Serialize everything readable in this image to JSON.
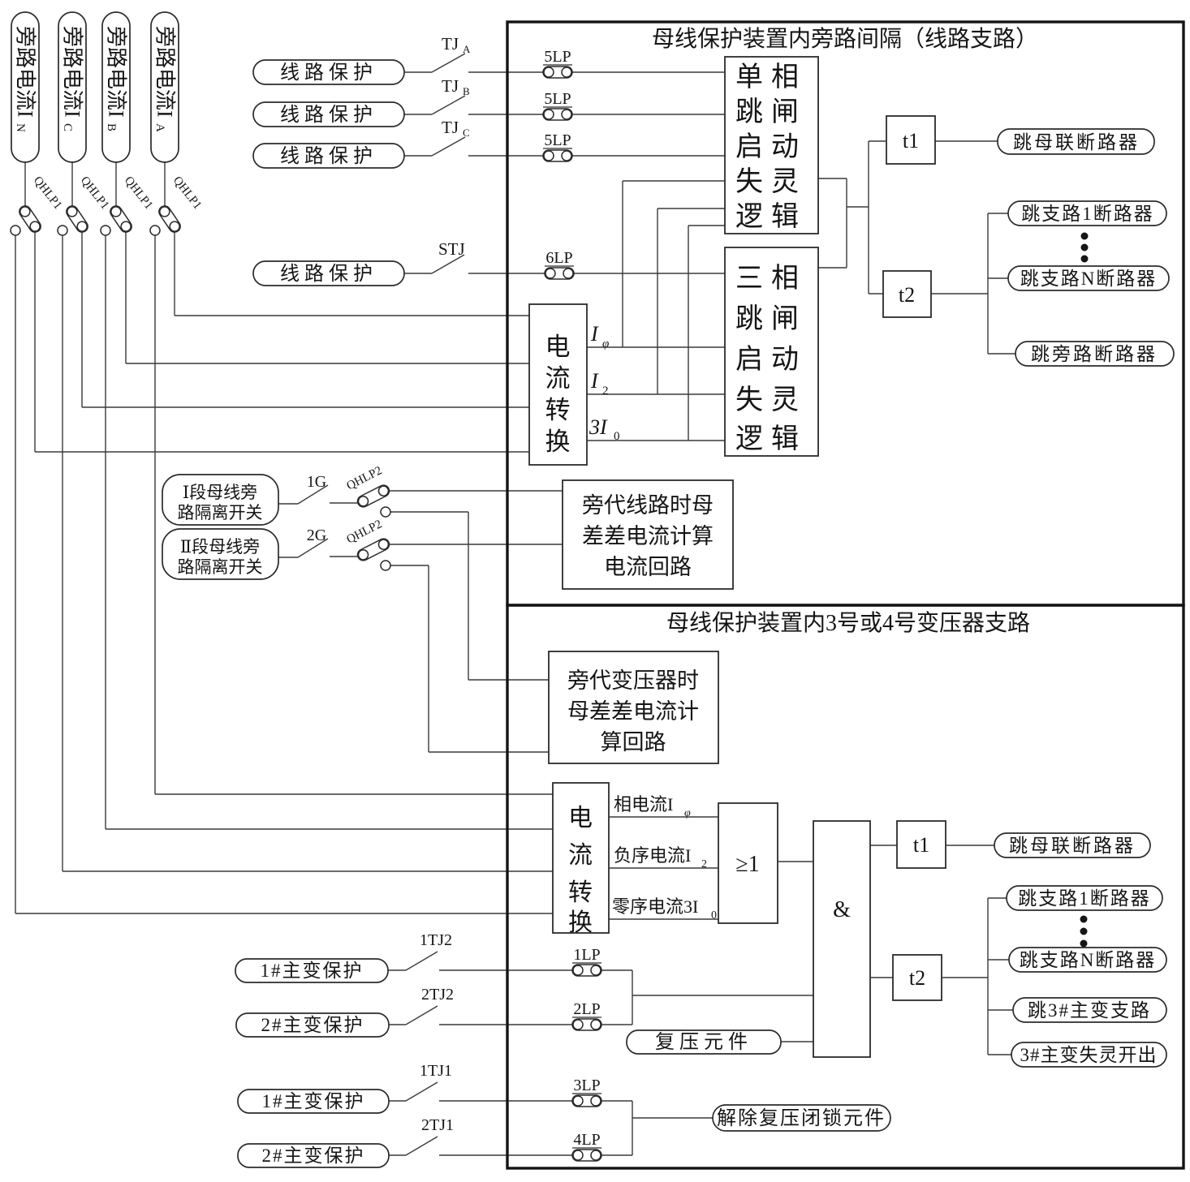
{
  "colors": {
    "ink": "#151515",
    "background": "#ffffff"
  },
  "left_rail": {
    "qhlp1": "QHLP1",
    "sources": [
      {
        "label": "旁路电流I",
        "sub": "N"
      },
      {
        "label": "旁路电流I",
        "sub": "C"
      },
      {
        "label": "旁路电流I",
        "sub": "B"
      },
      {
        "label": "旁路电流I",
        "sub": "A"
      }
    ]
  },
  "box1": {
    "title": "母线保护装置内旁路间隔（线路支路）",
    "line_protections": [
      {
        "label": "线路保护",
        "contact": "TJ",
        "contact_sub": "A"
      },
      {
        "label": "线路保护",
        "contact": "TJ",
        "contact_sub": "B"
      },
      {
        "label": "线路保护",
        "contact": "TJ",
        "contact_sub": "C"
      },
      {
        "label": "线路保护",
        "contact": "STJ",
        "contact_sub": ""
      }
    ],
    "links": {
      "l5": "5LP",
      "l6": "6LP"
    },
    "sp_rows": [
      "单相",
      "跳闸",
      "启动",
      "失灵",
      "逻辑"
    ],
    "tp_rows": [
      "三相",
      "跳闸",
      "启动",
      "失灵",
      "逻辑"
    ],
    "conv_rows": [
      "电",
      "流",
      "转",
      "换"
    ],
    "signals": {
      "iphi_main": "I",
      "iphi_sub": "φ",
      "i2_main": "I",
      "i2_sub": "2",
      "i0_main": "3I",
      "i0_sub": "0"
    },
    "t1": "t1",
    "t2": "t2",
    "outputs": {
      "bus_tie": "跳母联断路器",
      "br1": "跳支路1断路器",
      "brN": "跳支路N断路器",
      "bypass": "跳旁路断路器"
    },
    "bypass_calc_rows": [
      "旁代线路时母",
      "差差电流计算",
      "电流回路"
    ]
  },
  "isolators": {
    "seg1_rows": [
      "Ⅰ段母线旁",
      "路隔离开关"
    ],
    "seg2_rows": [
      "Ⅱ段母线旁",
      "路隔离开关"
    ],
    "g1": "1G",
    "g2": "2G",
    "qhlp2": "QHLP2"
  },
  "box2": {
    "title": "母线保护装置内3号或4号变压器支路",
    "tr_calc_rows": [
      "旁代变压器时",
      "母差差电流计",
      "算回路"
    ],
    "conv_rows": [
      "电",
      "流",
      "转",
      "换"
    ],
    "signals": {
      "phase_main": "相电流I",
      "phase_sub": "φ",
      "neg_main": "负序电流I",
      "neg_sub": "2",
      "zero_main": "零序电流3I",
      "zero_sub": "0"
    },
    "or_gate": "≥1",
    "and_gate": "&",
    "t1": "t1",
    "t2": "t2",
    "outputs": {
      "bus_tie": "跳母联断路器",
      "br1": "跳支路1断路器",
      "brN": "跳支路N断路器",
      "tr3": "跳3#主变支路",
      "tr3_fail": "3#主变失灵开出"
    },
    "voltage_element": "复压元件",
    "release_element": "解除复压闭锁元件",
    "tr_rows": [
      {
        "label": "1#主变保护",
        "contact": "1TJ2",
        "link": "1LP"
      },
      {
        "label": "2#主变保护",
        "contact": "2TJ2",
        "link": "2LP"
      },
      {
        "label": "1#主变保护",
        "contact": "1TJ1",
        "link": "3LP"
      },
      {
        "label": "2#主变保护",
        "contact": "2TJ1",
        "link": "4LP"
      }
    ]
  }
}
